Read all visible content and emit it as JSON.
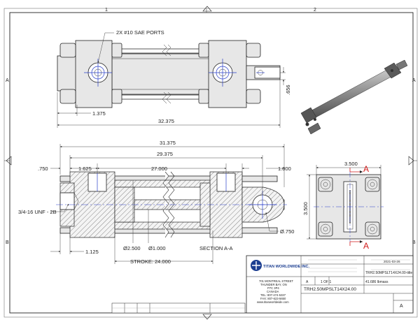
{
  "grid": {
    "cols": [
      "1",
      "2"
    ],
    "rows": [
      "A",
      "B"
    ]
  },
  "top_view": {
    "ports_note": "2X #10 SAE PORTS",
    "dim_1375": "1.375",
    "dim_32375": "32.375",
    "dim_656": ".656"
  },
  "side_view": {
    "dim_31375": "31.375",
    "dim_29375": "29.375",
    "dim_750": ".750",
    "dim_1625": "1.625",
    "dim_27000": "27.000",
    "dim_1000": "1.000",
    "thread": "3/4-16 UNF - 2B",
    "dim_1125": "1.125",
    "dia_2500": "Ø2.500",
    "dia_1000": "Ø1.000",
    "dia_750": "Ø.750",
    "section_label": "SECTION A-A",
    "stroke": "STROKE: 24.000"
  },
  "end_view": {
    "dim_3500_h": "3.500",
    "dim_3500_v": "3.500",
    "section_letter": "A"
  },
  "title_block": {
    "company": "TITAN WORLDWIDE INC.",
    "address": [
      "701 MONTREAL STREET",
      "THUNDER BAY, ON",
      "P7C 3P4",
      "CANADA",
      "TEL: 807-474-5337",
      "FAX: 807-623-5650",
      "www.titanworldwide.com"
    ],
    "date": "2021-03-26",
    "part_no": "TRH2.50MPSLT14X24.00-title",
    "weight": "41.686 lbmass",
    "drawing_no": "TRH2.50MPSLT14X24.00",
    "rev": "A",
    "sheet": "1  OF  1",
    "size": "A"
  }
}
